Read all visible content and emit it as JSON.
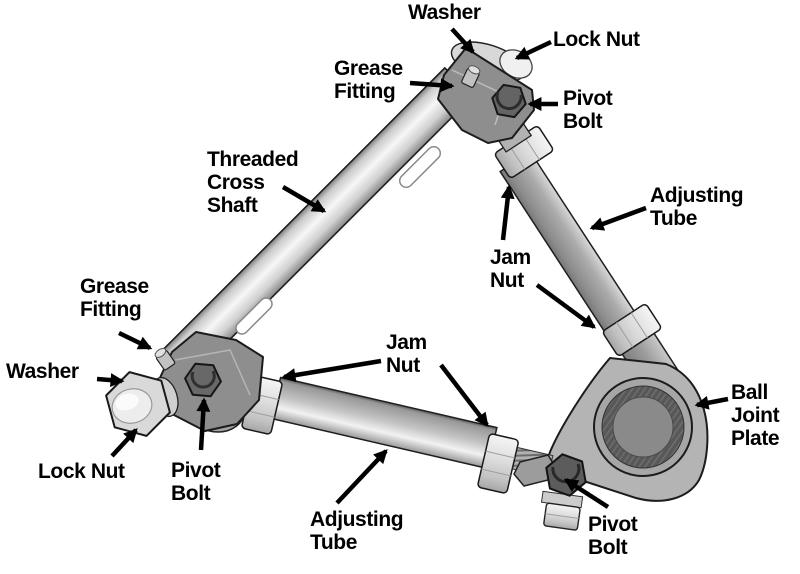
{
  "diagram": {
    "type": "labeled-parts-diagram",
    "subject": "Adjustable upper control arm assembly",
    "background_color": "#ffffff",
    "text_color": "#000000",
    "arrow_color": "#000000",
    "colors": {
      "steel_light": "#d9d9d9",
      "steel_mid": "#a8a8a8",
      "steel_dark": "#6a6a6a",
      "outline": "#1a1a1a"
    },
    "labels": {
      "washer_top": {
        "text": "Washer"
      },
      "lock_nut_top": {
        "text": "Lock Nut"
      },
      "grease_fitting_top": {
        "text": "Grease\nFitting"
      },
      "pivot_bolt_top": {
        "text": "Pivot\nBolt"
      },
      "threaded_cross_shaft": {
        "text": "Threaded\nCross\nShaft"
      },
      "adjusting_tube_right": {
        "text": "Adjusting\nTube"
      },
      "jam_nut_right": {
        "text": "Jam\nNut"
      },
      "grease_fitting_left": {
        "text": "Grease\nFitting"
      },
      "washer_left": {
        "text": "Washer"
      },
      "jam_nut_bottom": {
        "text": "Jam\nNut"
      },
      "lock_nut_left": {
        "text": "Lock Nut"
      },
      "pivot_bolt_left": {
        "text": "Pivot\nBolt"
      },
      "adjusting_tube_bottom": {
        "text": "Adjusting\nTube"
      },
      "ball_joint_plate": {
        "text": "Ball\nJoint\nPlate"
      },
      "pivot_bolt_bottom": {
        "text": "Pivot\nBolt"
      }
    },
    "parts": [
      "threaded cross shaft",
      "adjusting tube (upper)",
      "adjusting tube (lower)",
      "jam nuts",
      "ball joint plate",
      "pivot bolts",
      "washers",
      "lock nuts",
      "grease fittings"
    ]
  }
}
